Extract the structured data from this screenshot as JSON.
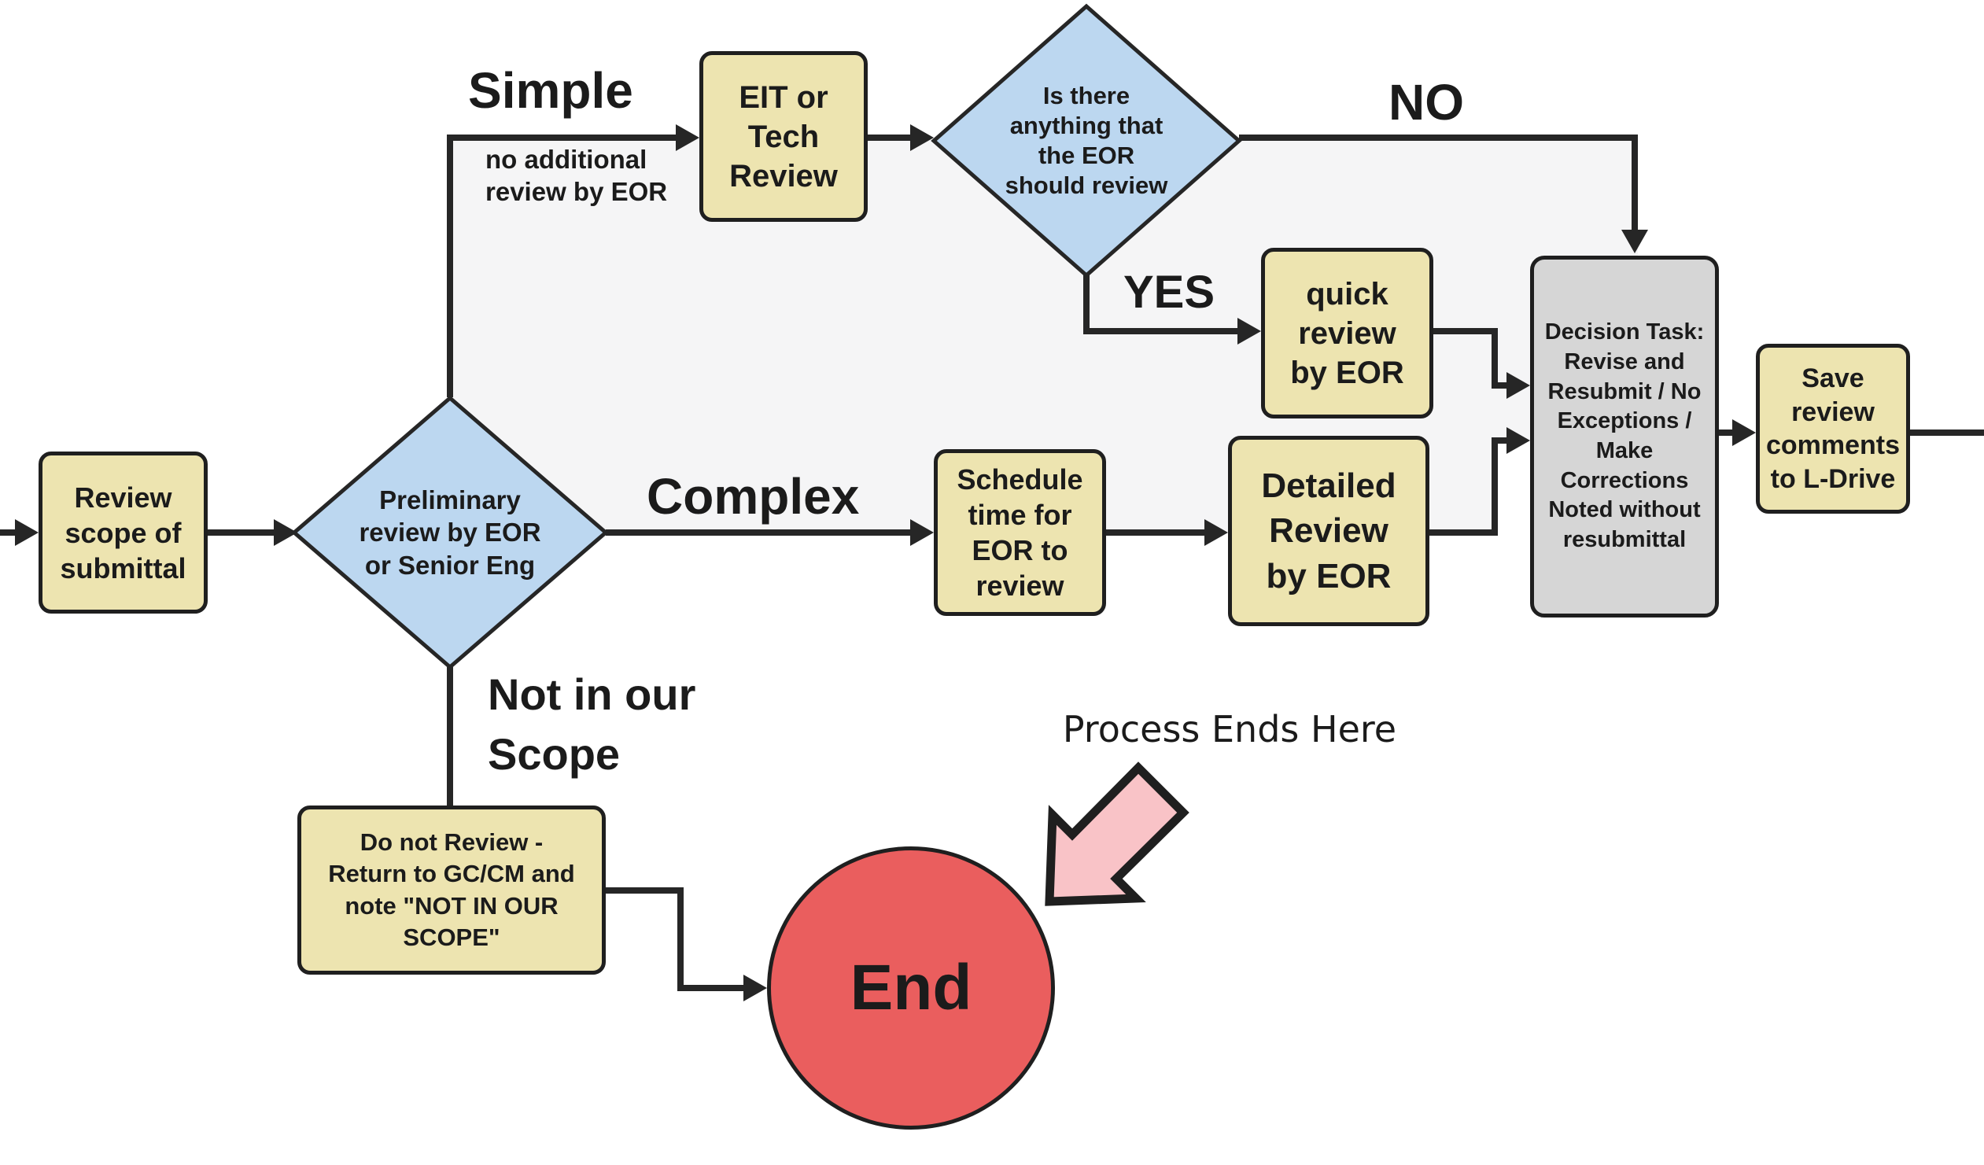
{
  "diagram": {
    "type": "flowchart",
    "nodes": {
      "review_scope": {
        "label": [
          "Review",
          "scope of",
          "submittal"
        ]
      },
      "preliminary_review": {
        "label": [
          "Preliminary",
          "review by EOR",
          "or Senior Eng"
        ]
      },
      "eit_tech_review": {
        "label": [
          "EIT or",
          "Tech",
          "Review"
        ]
      },
      "eor_review_question": {
        "label": [
          "Is there",
          "anything that",
          "the EOR",
          "should review"
        ]
      },
      "quick_review": {
        "label": [
          "quick",
          "review",
          "by EOR"
        ]
      },
      "schedule_time": {
        "label": [
          "Schedule",
          "time for",
          "EOR to",
          "review"
        ]
      },
      "detailed_review": {
        "label": [
          "Detailed",
          "Review",
          "by EOR"
        ]
      },
      "decision_task": {
        "label": [
          "Decision Task:",
          "Revise and",
          "Resubmit / No",
          "Exceptions /",
          "Make",
          "Corrections",
          "Noted without",
          "resubmittal"
        ]
      },
      "save_comments": {
        "label": [
          "Save",
          "review",
          "comments",
          "to L-Drive"
        ]
      },
      "do_not_review": {
        "label": [
          "Do not Review -",
          "Return to GC/CM and",
          "note \"NOT IN OUR",
          "SCOPE\""
        ]
      },
      "end": {
        "label": "End"
      }
    },
    "edge_labels": {
      "simple": "Simple",
      "simple_note": [
        "no additional",
        "review by EOR"
      ],
      "complex": "Complex",
      "not_in_scope": [
        "Not in our",
        "Scope"
      ],
      "no": "NO",
      "yes": "YES"
    },
    "annotations": {
      "process_ends_here": "Process Ends Here"
    },
    "colors": {
      "task-fill": "#EDE4B0",
      "task-border": "#1F1F1F",
      "decision-fill": "#BCD7F0",
      "gray-fill": "#D6D6D6",
      "end-fill": "#EA5E5E",
      "pink-fill": "#F9C3C7",
      "line": "#262626",
      "region-fill": "#F5F5F6",
      "text": "#1B1B1B"
    }
  }
}
